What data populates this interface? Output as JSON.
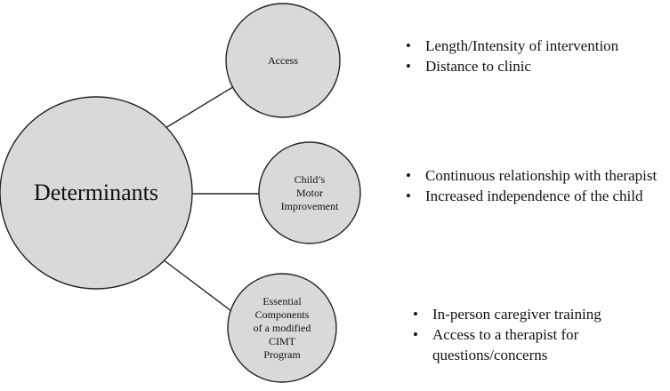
{
  "center": {
    "label": "Determinants"
  },
  "branches": [
    {
      "key": "access",
      "label": "Access",
      "bullets": [
        "Length/Intensity of intervention",
        "Distance to clinic"
      ]
    },
    {
      "key": "motor",
      "label": "Child’s\nMotor\nImprovement",
      "bullets": [
        "Continuous relationship with therapist",
        "Increased independence of the child"
      ]
    },
    {
      "key": "cimt",
      "label": "Essential\nComponents\nof a modified\nCIMT\nProgram",
      "bullets": [
        "In-person caregiver training",
        "Access to a therapist for questions/concerns"
      ]
    }
  ]
}
